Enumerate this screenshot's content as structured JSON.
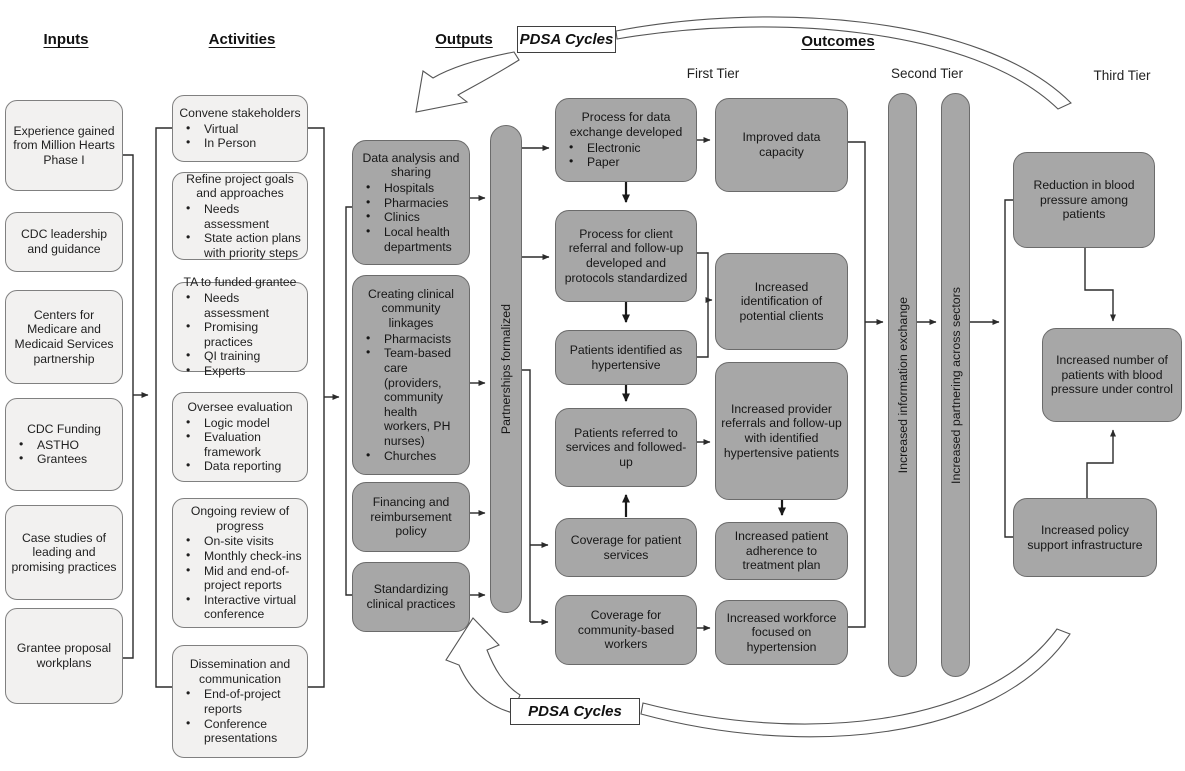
{
  "headers": {
    "inputs": "Inputs",
    "activities": "Activities",
    "outputs": "Outputs",
    "outcomes": "Outcomes",
    "first_tier": "First Tier",
    "second_tier": "Second Tier",
    "third_tier": "Third Tier"
  },
  "pdsa": {
    "top": "PDSA Cycles",
    "bottom": "PDSA Cycles"
  },
  "inputs": {
    "boxes": [
      {
        "title": "Experience gained from Million Hearts Phase I"
      },
      {
        "title": "CDC leadership and guidance"
      },
      {
        "title": "Centers for Medicare and Medicaid Services partnership"
      },
      {
        "title": "CDC Funding",
        "bullets": [
          "ASTHO",
          "Grantees"
        ]
      },
      {
        "title": "Case studies of leading and promising practices"
      },
      {
        "title": "Grantee proposal workplans"
      }
    ]
  },
  "activities": {
    "boxes": [
      {
        "title": "Convene stakeholders",
        "bullets": [
          "Virtual",
          "In Person"
        ]
      },
      {
        "title": "Refine project goals and approaches",
        "bullets": [
          "Needs assessment",
          "State action plans with priority steps"
        ]
      },
      {
        "title": "TA to funded grantee",
        "bullets": [
          "Needs assessment",
          "Promising practices",
          "QI training",
          "Experts"
        ]
      },
      {
        "title": "Oversee evaluation",
        "bullets": [
          "Logic model",
          "Evaluation framework",
          "Data reporting"
        ]
      },
      {
        "title": "Ongoing review of progress",
        "bullets": [
          "On-site visits",
          "Monthly check-ins",
          "Mid and end-of-project reports",
          "Interactive virtual conference"
        ]
      },
      {
        "title": "Dissemination and communication",
        "bullets": [
          "End-of-project reports",
          "Conference presentations"
        ]
      }
    ]
  },
  "outputs": {
    "bar": "Partnerships formalized",
    "boxes": [
      {
        "title": "Data analysis and sharing",
        "bullets": [
          "Hospitals",
          "Pharmacies",
          "Clinics",
          "Local health departments"
        ]
      },
      {
        "title": "Creating clinical community linkages",
        "bullets": [
          "Pharmacists",
          "Team-based care (providers, community health workers, PH nurses)",
          "Churches"
        ]
      },
      {
        "title": "Financing and reimbursement policy"
      },
      {
        "title": "Standardizing clinical practices"
      }
    ]
  },
  "outcomes": {
    "first_tier_left": [
      {
        "title": "Process for data exchange developed",
        "bullets": [
          "Electronic",
          "Paper"
        ]
      },
      {
        "title": "Process for client referral and follow-up developed and protocols standardized"
      },
      {
        "title": "Patients identified as hypertensive"
      },
      {
        "title": "Patients referred to services and followed-up"
      },
      {
        "title": "Coverage for patient services"
      },
      {
        "title": "Coverage for community-based workers"
      }
    ],
    "first_tier_right": [
      {
        "title": "Improved data capacity"
      },
      {
        "title": "Increased identification of potential clients"
      },
      {
        "title": "Increased provider referrals and follow-up with identified hypertensive patients"
      },
      {
        "title": "Increased patient adherence to treatment plan"
      },
      {
        "title": "Increased workforce focused on hypertension"
      }
    ],
    "second_tier_bars": [
      "Increased information exchange",
      "Increased partnering across sectors"
    ],
    "third_tier": [
      {
        "title": "Reduction in blood pressure among patients"
      },
      {
        "title": "Increased number of patients with blood pressure under control"
      },
      {
        "title": "Increased policy support infrastructure"
      }
    ]
  },
  "colors": {
    "light_box": "#f2f1f0",
    "gray_box": "#a7a7a7",
    "box_border": "#6b6b6b",
    "line": "#2b2b2b"
  }
}
